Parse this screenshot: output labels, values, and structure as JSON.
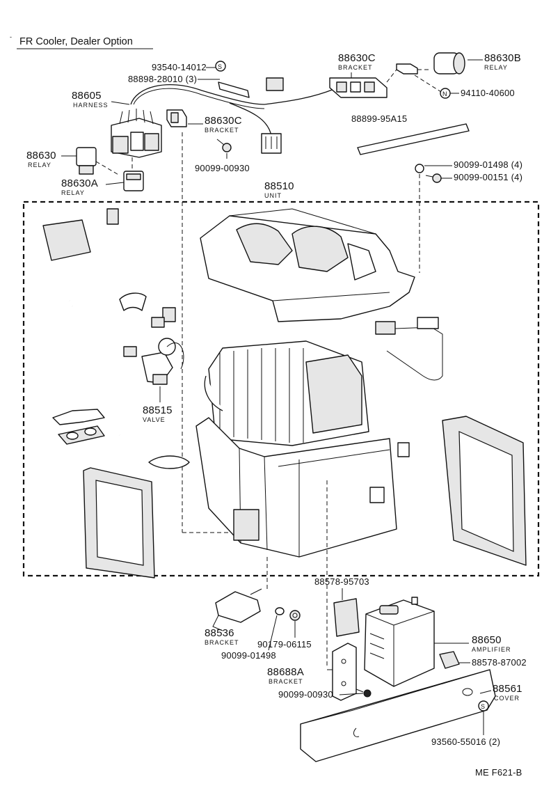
{
  "title": "FR Cooler, Dealer Option",
  "footer_code": "ME  F621-B",
  "symbols": {
    "s": "S",
    "n": "N"
  },
  "labels": {
    "p93540": "93540-14012",
    "p88898": "88898-28010 (3)",
    "p88630c_top": "88630C",
    "p88630c_top_sub": "BRACKET",
    "p88630b": "88630B",
    "p88630b_sub": "RELAY",
    "p94110": "94110-40600",
    "p88605": "88605",
    "p88605_sub": "HARNESS",
    "p88630c_mid": "88630C",
    "p88630c_mid_sub": "BRACKET",
    "p88899": "88899-95A15",
    "p88630": "88630",
    "p88630_sub": "RELAY",
    "p90099_930_top": "90099-00930",
    "p90099_1498_4": "90099-01498 (4)",
    "p90099_151_4": "90099-00151 (4)",
    "p88630a": "88630A",
    "p88630a_sub": "RELAY",
    "p88510": "88510",
    "p88510_sub": "UNIT",
    "p88515": "88515",
    "p88515_sub": "VALVE",
    "p88578_95703": "88578-95703",
    "p88536": "88536",
    "p88536_sub": "BRACKET",
    "p90179": "90179-06115",
    "p88650": "88650",
    "p88650_sub": "AMPLIFIER",
    "p90099_1498": "90099-01498",
    "p88578_87002": "88578-87002",
    "p88688a": "88688A",
    "p88688a_sub": "BRACKET",
    "p90099_930_bot": "90099-00930",
    "p88561": "88561",
    "p88561_sub": "COVER",
    "p93560": "93560-55016 (2)"
  }
}
